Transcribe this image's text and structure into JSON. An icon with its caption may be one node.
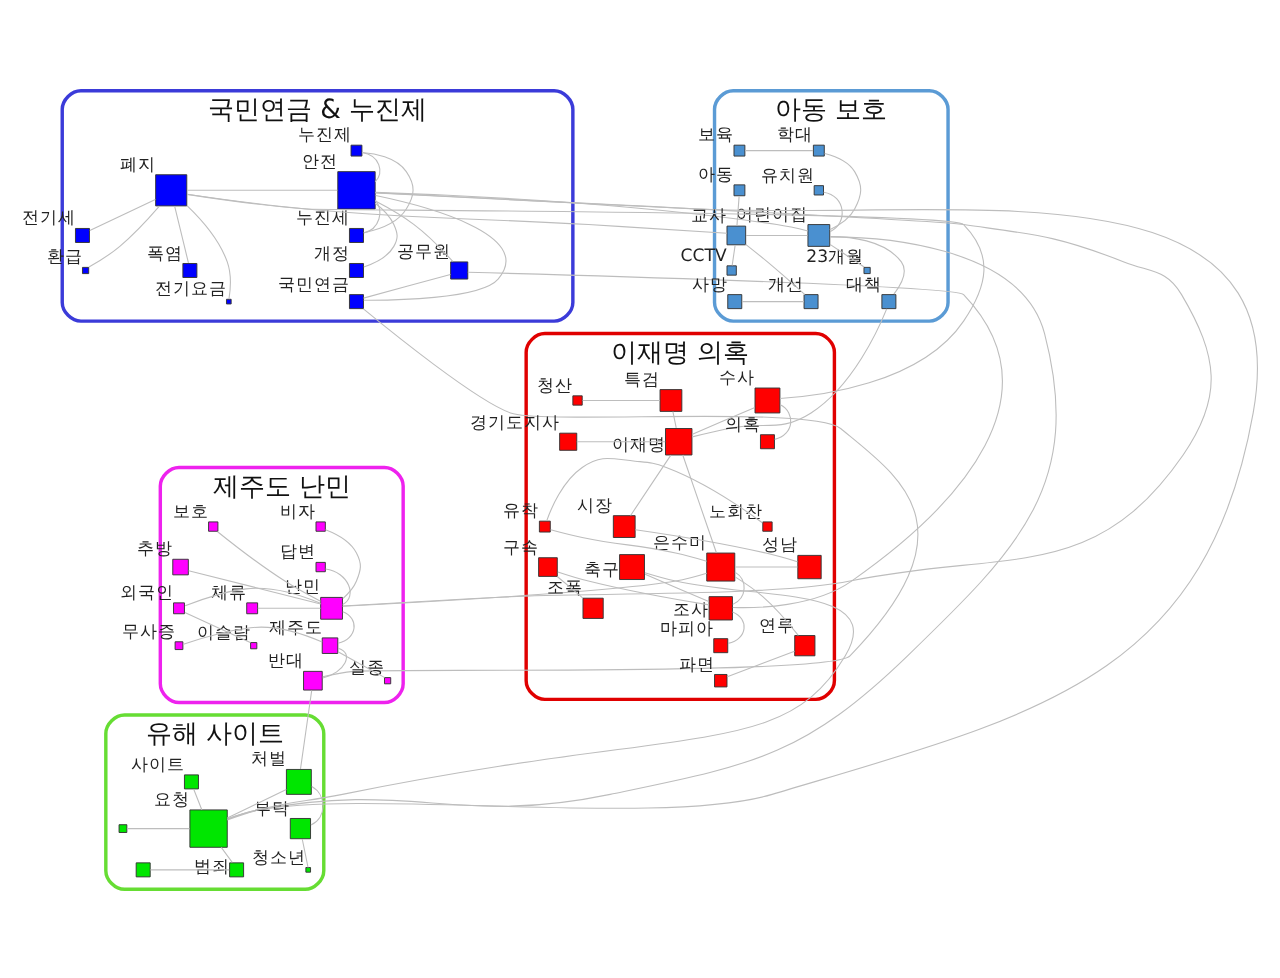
{
  "diagram": {
    "nodes": [
      {
        "text": [
          "국민연금 & 누진제"
        ]
      },
      {
        "text": [],
        "shape": "box",
        "beside": [
          "누진제"
        ],
        "in": 0
      },
      {
        "text": [],
        "shape": "box",
        "beside": [
          "안전"
        ],
        "in": 0
      },
      {
        "text": [],
        "shape": "box",
        "beside": [
          "폐지"
        ],
        "in": 0
      },
      {
        "text": [],
        "shape": "box",
        "beside": [
          "누진세"
        ],
        "in": 0
      },
      {
        "text": [],
        "shape": "box",
        "beside": [
          "전기세"
        ],
        "in": 0
      },
      {
        "text": [],
        "shape": "box",
        "beside": [
          "개정"
        ],
        "in": 0
      },
      {
        "text": [],
        "shape": "box",
        "beside": [
          "환급"
        ],
        "in": 0
      },
      {
        "text": [],
        "shape": "box",
        "beside": [
          "공무원"
        ],
        "in": 0
      },
      {
        "text": [],
        "shape": "box",
        "beside": [
          "폭염"
        ],
        "in": 0
      },
      {
        "text": [],
        "shape": "box",
        "beside": [
          "국민연금"
        ],
        "in": 0
      },
      {
        "text": [],
        "shape": "box",
        "beside": [
          "전기요금"
        ],
        "in": 0
      },
      {
        "text": [
          "아동 보호"
        ]
      },
      {
        "text": [],
        "shape": "box",
        "beside": [
          "학대"
        ],
        "in": 12
      },
      {
        "text": [],
        "shape": "box",
        "beside": [
          "보육"
        ],
        "in": 12
      },
      {
        "text": [],
        "shape": "box",
        "beside": [
          "유치원"
        ],
        "in": 12
      },
      {
        "text": [],
        "shape": "box",
        "beside": [
          "아동"
        ],
        "in": 12
      },
      {
        "text": [],
        "shape": "box",
        "beside": [
          "어린이집"
        ],
        "in": 12
      },
      {
        "text": [],
        "shape": "box",
        "beside": [
          "교사"
        ],
        "in": 12
      },
      {
        "text": [],
        "shape": "box",
        "beside": [
          "CCTV"
        ],
        "in": 12
      },
      {
        "text": [],
        "shape": "box",
        "beside": [
          "23개월"
        ],
        "in": 12
      },
      {
        "text": [],
        "shape": "box",
        "beside": [
          "개선"
        ],
        "in": 12
      },
      {
        "text": [],
        "shape": "box",
        "beside": [
          "대책"
        ],
        "in": 12
      },
      {
        "text": [],
        "shape": "box",
        "beside": [
          "사망"
        ],
        "in": 12
      },
      {
        "text": [
          "이재명 의혹"
        ]
      },
      {
        "text": [],
        "shape": "box",
        "beside": [
          "수사"
        ],
        "in": 24
      },
      {
        "text": [],
        "shape": "box",
        "beside": [
          "특검"
        ],
        "in": 24
      },
      {
        "text": [],
        "shape": "box",
        "beside": [
          "청산"
        ],
        "in": 24
      },
      {
        "text": [],
        "shape": "box",
        "beside": [
          "의혹"
        ],
        "in": 24
      },
      {
        "text": [],
        "shape": "box",
        "beside": [
          "이재명"
        ],
        "in": 24
      },
      {
        "text": [],
        "shape": "box",
        "beside": [
          "경기도지사"
        ],
        "in": 24
      },
      {
        "text": [],
        "shape": "box",
        "beside": [
          "노회찬"
        ],
        "in": 24
      },
      {
        "text": [],
        "shape": "box",
        "beside": [
          "유착"
        ],
        "in": 24
      },
      {
        "text": [],
        "shape": "box",
        "beside": [
          "시장"
        ],
        "in": 24
      },
      {
        "text": [],
        "shape": "box",
        "beside": [
          "은수미"
        ],
        "in": 24
      },
      {
        "text": [],
        "shape": "box",
        "beside": [
          "성남"
        ],
        "in": 24
      },
      {
        "text": [],
        "shape": "box",
        "beside": [
          "축구"
        ],
        "in": 24
      },
      {
        "text": [],
        "shape": "box",
        "beside": [
          "구속"
        ],
        "in": 24
      },
      {
        "text": [],
        "shape": "box",
        "beside": [
          "조사"
        ],
        "in": 24
      },
      {
        "text": [],
        "shape": "box",
        "beside": [
          "조폭"
        ],
        "in": 24
      },
      {
        "text": [],
        "shape": "box",
        "beside": [
          "마피아"
        ],
        "in": 24
      },
      {
        "text": [],
        "shape": "box",
        "beside": [
          "연루"
        ],
        "in": 24
      },
      {
        "text": [],
        "shape": "box",
        "beside": [
          "파면"
        ],
        "in": 24
      },
      {
        "text": [
          "제주도 난민"
        ]
      },
      {
        "text": [],
        "shape": "box",
        "beside": [
          "비자"
        ],
        "in": 43
      },
      {
        "text": [],
        "shape": "box",
        "beside": [
          "보호"
        ],
        "in": 43
      },
      {
        "text": [],
        "shape": "box",
        "beside": [
          "답변"
        ],
        "in": 43
      },
      {
        "text": [],
        "shape": "box",
        "beside": [
          "추방"
        ],
        "in": 43
      },
      {
        "text": [],
        "shape": "box",
        "beside": [
          "난민"
        ],
        "in": 43
      },
      {
        "text": [],
        "shape": "box",
        "beside": [
          "체류"
        ],
        "in": 43
      },
      {
        "text": [],
        "shape": "box",
        "beside": [
          "외국인"
        ],
        "in": 43
      },
      {
        "text": [],
        "shape": "box",
        "beside": [
          "제주도"
        ],
        "in": 43
      },
      {
        "text": [],
        "shape": "box",
        "beside": [
          "무사증"
        ],
        "in": 43
      },
      {
        "text": [],
        "shape": "box",
        "beside": [
          "이슬람"
        ],
        "in": 43
      },
      {
        "text": [],
        "shape": "box",
        "beside": [
          "반대"
        ],
        "in": 43
      },
      {
        "text": [],
        "shape": "box",
        "beside": [
          "실종"
        ],
        "in": 43
      },
      {
        "text": [
          "유해 사이트"
        ]
      },
      {
        "text": [],
        "shape": "box",
        "beside": [
          "처벌"
        ],
        "in": 56
      },
      {
        "text": [],
        "shape": "box",
        "beside": [
          "사이트"
        ],
        "in": 56
      },
      {
        "text": [],
        "shape": "box",
        "beside": [
          "부탁"
        ],
        "in": 56
      },
      {
        "text": [],
        "shape": "box",
        "in": 56
      },
      {
        "text": [],
        "shape": "box",
        "beside": [
          "요청"
        ],
        "in": 56
      },
      {
        "text": [],
        "shape": "box",
        "beside": [
          "범죄"
        ],
        "in": 56
      },
      {
        "text": [],
        "shape": "box",
        "beside": [
          "청소년"
        ],
        "in": 56
      },
      {
        "text": [],
        "shape": "box",
        "in": 56
      }
    ],
    "edges": [
      {
        "from": 2,
        "to": 1,
        "arrow": "none"
      },
      {
        "from": 2,
        "to": 3,
        "arrow": "none"
      },
      {
        "from": 2,
        "to": 4,
        "arrow": "none"
      },
      {
        "from": 2,
        "to": 6,
        "arrow": "none"
      },
      {
        "from": 2,
        "to": 8,
        "arrow": "none"
      },
      {
        "from": 2,
        "to": 10,
        "arrow": "none"
      },
      {
        "from": 3,
        "to": 5,
        "arrow": "none"
      },
      {
        "from": 3,
        "to": 9,
        "arrow": "none"
      },
      {
        "from": 3,
        "to": 11,
        "arrow": "none"
      },
      {
        "from": 3,
        "to": 7,
        "arrow": "none"
      },
      {
        "from": 4,
        "to": 1,
        "arrow": "none"
      },
      {
        "from": 8,
        "to": 10,
        "arrow": "none"
      },
      {
        "from": 17,
        "to": 13,
        "arrow": "none"
      },
      {
        "from": 17,
        "to": 15,
        "arrow": "none"
      },
      {
        "from": 17,
        "to": 20,
        "arrow": "none"
      },
      {
        "from": 17,
        "to": 22,
        "arrow": "none"
      },
      {
        "from": 17,
        "to": 18,
        "arrow": "none"
      },
      {
        "from": 18,
        "to": 16,
        "arrow": "none"
      },
      {
        "from": 18,
        "to": 19,
        "arrow": "none"
      },
      {
        "from": 18,
        "to": 21,
        "arrow": "none"
      },
      {
        "from": 21,
        "to": 23,
        "arrow": "none"
      },
      {
        "from": 13,
        "to": 14,
        "arrow": "none"
      },
      {
        "from": 29,
        "to": 25,
        "arrow": "none"
      },
      {
        "from": 29,
        "to": 26,
        "arrow": "none"
      },
      {
        "from": 29,
        "to": 30,
        "arrow": "none"
      },
      {
        "from": 29,
        "to": 33,
        "arrow": "none"
      },
      {
        "from": 29,
        "to": 34,
        "arrow": "none"
      },
      {
        "from": 34,
        "to": 35,
        "arrow": "none"
      },
      {
        "from": 34,
        "to": 32,
        "arrow": "none"
      },
      {
        "from": 34,
        "to": 38,
        "arrow": "none"
      },
      {
        "from": 36,
        "to": 38,
        "arrow": "none"
      },
      {
        "from": 38,
        "to": 40,
        "arrow": "none"
      },
      {
        "from": 41,
        "to": 42,
        "arrow": "none"
      },
      {
        "from": 25,
        "to": 28,
        "arrow": "none"
      },
      {
        "from": 26,
        "to": 27,
        "arrow": "none"
      },
      {
        "from": 37,
        "to": 39,
        "arrow": "none"
      },
      {
        "from": 31,
        "to": 32,
        "arrow": "none"
      },
      {
        "from": 33,
        "to": 35,
        "arrow": "none"
      },
      {
        "from": 34,
        "to": 41,
        "arrow": "none"
      },
      {
        "from": 38,
        "to": 37,
        "arrow": "none"
      },
      {
        "from": 48,
        "to": 44,
        "arrow": "none"
      },
      {
        "from": 48,
        "to": 45,
        "arrow": "none"
      },
      {
        "from": 48,
        "to": 46,
        "arrow": "none"
      },
      {
        "from": 48,
        "to": 47,
        "arrow": "none"
      },
      {
        "from": 48,
        "to": 49,
        "arrow": "none"
      },
      {
        "from": 48,
        "to": 50,
        "arrow": "none"
      },
      {
        "from": 48,
        "to": 51,
        "arrow": "none"
      },
      {
        "from": 51,
        "to": 52,
        "arrow": "none"
      },
      {
        "from": 51,
        "to": 54,
        "arrow": "none"
      },
      {
        "from": 51,
        "to": 55,
        "arrow": "none"
      },
      {
        "from": 50,
        "to": 53,
        "arrow": "none"
      },
      {
        "from": 61,
        "to": 57,
        "arrow": "none"
      },
      {
        "from": 61,
        "to": 58,
        "arrow": "none"
      },
      {
        "from": 61,
        "to": 60,
        "arrow": "none"
      },
      {
        "from": 61,
        "to": 62,
        "arrow": "none"
      },
      {
        "from": 57,
        "to": 59,
        "arrow": "none"
      },
      {
        "from": 59,
        "to": 63,
        "arrow": "none"
      },
      {
        "from": 62,
        "to": 64,
        "arrow": "none"
      },
      {
        "from": 2,
        "to": 17,
        "arrow": "none"
      },
      {
        "from": 3,
        "to": 25,
        "arrow": "none"
      },
      {
        "from": 2,
        "to": 48,
        "arrow": "none"
      },
      {
        "from": 2,
        "to": 61,
        "arrow": "none"
      },
      {
        "from": 17,
        "to": 61,
        "arrow": "none"
      },
      {
        "from": 36,
        "to": 61,
        "arrow": "none"
      },
      {
        "from": 34,
        "to": 48,
        "arrow": "none"
      },
      {
        "from": 22,
        "to": 29,
        "arrow": "none"
      },
      {
        "from": 10,
        "to": 54,
        "arrow": "none"
      },
      {
        "from": 8,
        "to": 38,
        "arrow": "none"
      },
      {
        "from": 54,
        "to": 57,
        "arrow": "none"
      },
      {
        "from": 3,
        "to": 18,
        "arrow": "none"
      }
    ]
  }
}
